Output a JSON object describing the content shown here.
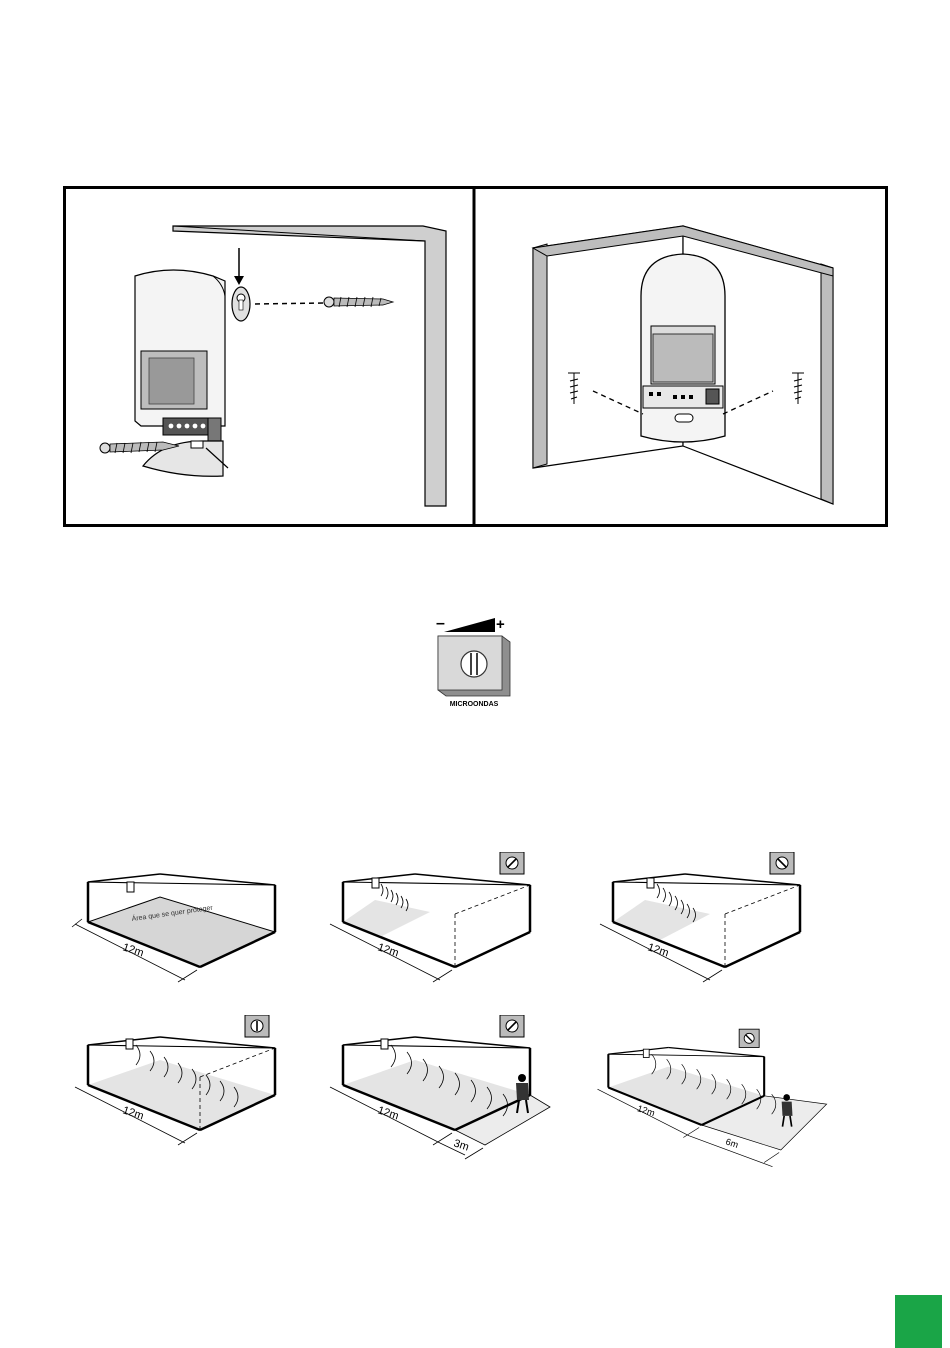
{
  "figure_1": {
    "left_panel": "wall-mounting-detail",
    "right_panel": "corner-mounting"
  },
  "figure_2": {
    "minus_label": "–",
    "plus_label": "+",
    "caption": "MICROONDAS"
  },
  "figure_3": {
    "rooms": [
      {
        "distance_label": "12m",
        "area_label": "Área que se quer proteger",
        "pot_position": "none"
      },
      {
        "distance_label": "12m",
        "pot_position": "min"
      },
      {
        "distance_label": "12m",
        "pot_position": "low"
      },
      {
        "distance_label": "12m",
        "pot_position": "mid"
      },
      {
        "distance_label": "12m",
        "extra_label": "3m",
        "pot_position": "high"
      },
      {
        "distance_label": "12m",
        "extra_label": "6m",
        "pot_position": "max"
      }
    ]
  },
  "colors": {
    "page_marker": "#1aa547",
    "pot_face": "#d9d9d9",
    "pot_side": "#9a9a9a",
    "floor": "#d6d6d6"
  }
}
